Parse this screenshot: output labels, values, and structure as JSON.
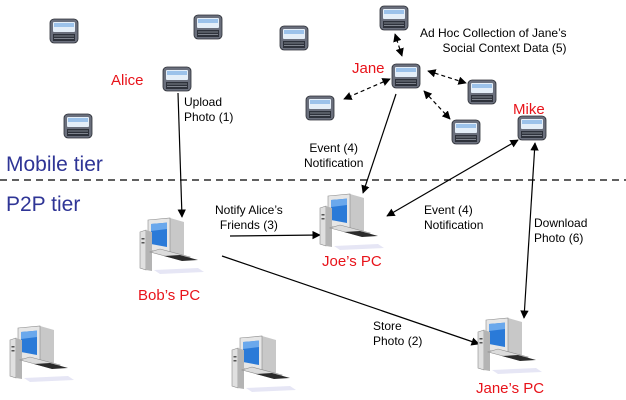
{
  "tiers": {
    "mobile": "Mobile tier",
    "p2p": "P2P tier"
  },
  "names": {
    "alice": "Alice",
    "jane": "Jane",
    "mike": "Mike",
    "bob_pc": "Bob’s PC",
    "joe_pc": "Joe’s PC",
    "jane_pc": "Jane’s PC"
  },
  "labels": {
    "upload": [
      "Upload",
      "Photo (1)"
    ],
    "store": [
      "Store",
      "Photo (2)"
    ],
    "notify": [
      "Notify Alice’s",
      "Friends (3)"
    ],
    "event_left": [
      "Event (4)",
      "Notification"
    ],
    "event_right": [
      "Event (4)",
      "Notification"
    ],
    "download": [
      "Download",
      "Photo (6)"
    ],
    "adhoc": [
      "Ad Hoc Collection of Jane’s",
      "Social Context Data (5)"
    ]
  },
  "colors": {
    "name_red": "#e8131a",
    "tier_blue": "#2f3596",
    "screen_blue": "#2a7ad8"
  },
  "icons": {
    "phone": "pda-phone-icon",
    "pc": "desktop-pc-icon"
  }
}
